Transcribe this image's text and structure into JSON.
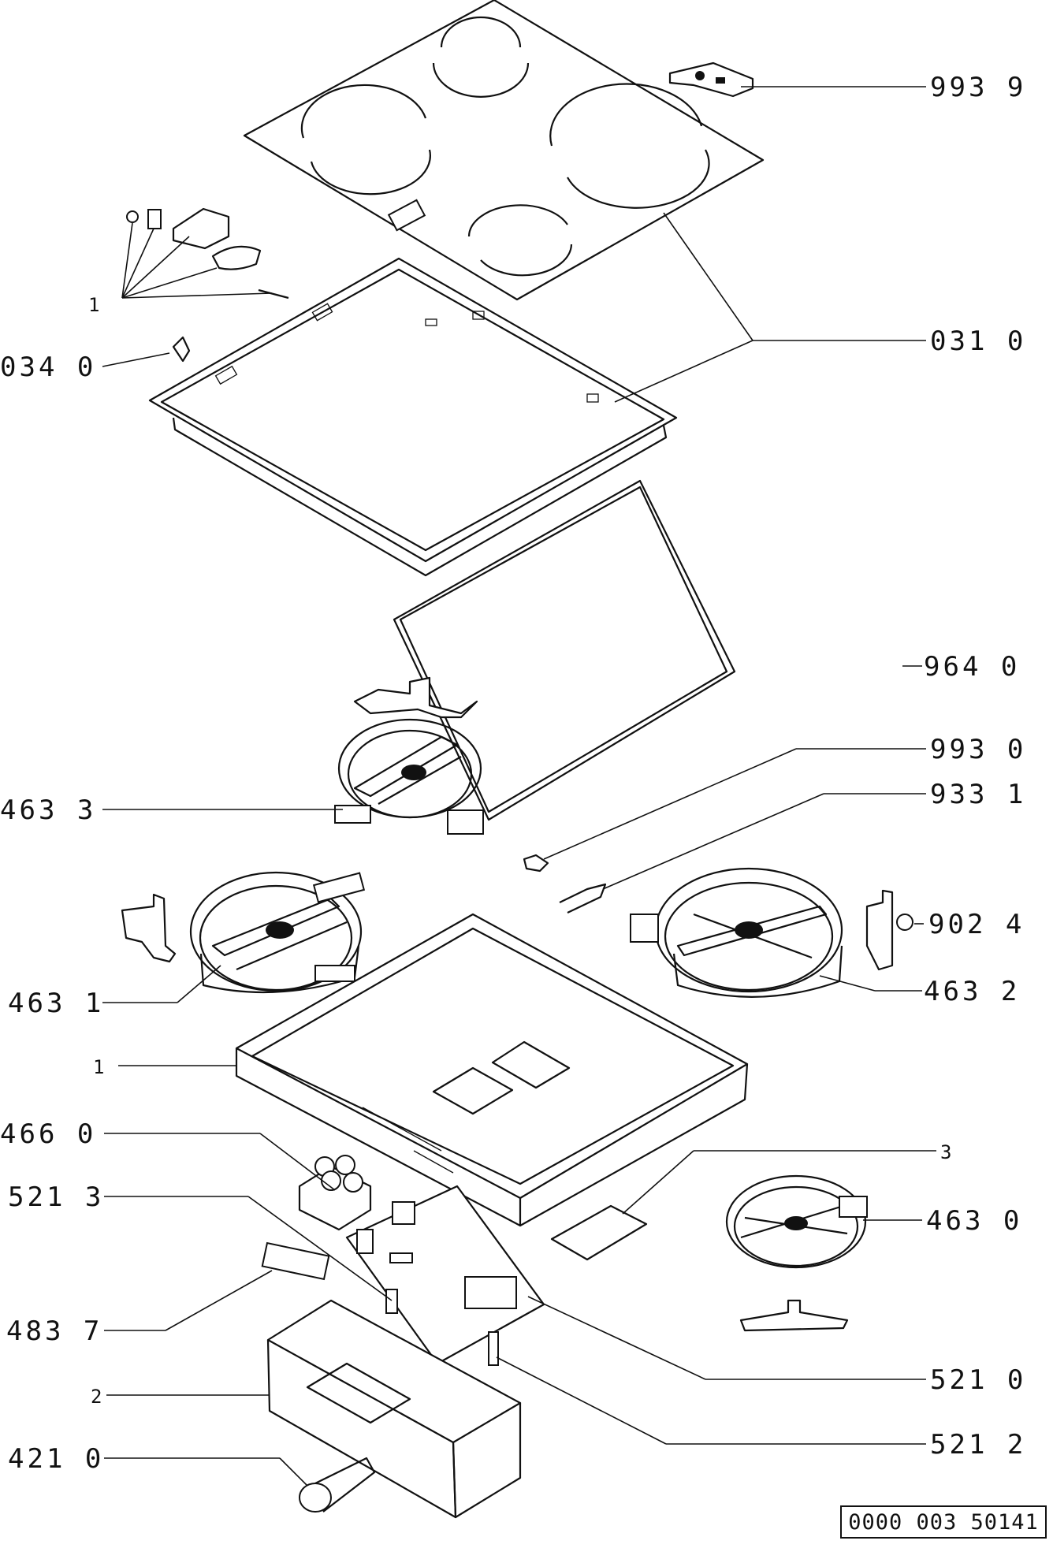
{
  "labels": {
    "l_993_9": "993 9",
    "l_1_top": "1",
    "l_031_0": "031 0",
    "l_034_0": "034 0",
    "l_964_0": "964 0",
    "l_993_0": "993 0",
    "l_463_3": "463 3",
    "l_933_1": "933 1",
    "l_902_4": "902 4",
    "l_463_1": "463 1",
    "l_463_2": "463 2",
    "l_1_mid": "1",
    "l_466_0": "466 0",
    "l_3": "3",
    "l_521_3": "521 3",
    "l_463_0": "463 0",
    "l_483_7": "483 7",
    "l_521_0": "521 0",
    "l_2": "2",
    "l_521_2": "521 2",
    "l_421_0": "421 0"
  },
  "doc_code": "0000 003 50141"
}
